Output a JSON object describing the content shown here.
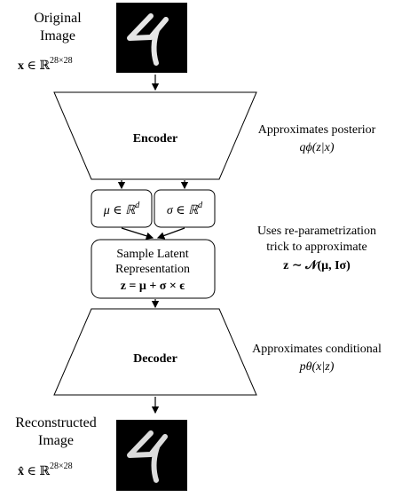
{
  "input": {
    "label_line1": "Original",
    "label_line2": "Image",
    "formula_var": "x",
    "formula_rel": " ∈ ℝ",
    "formula_sup": "28×28"
  },
  "encoder": {
    "label": "Encoder",
    "note_line1": "Approximates posterior",
    "note_formula": "qϕ(z|x)"
  },
  "mu_box": {
    "text": "μ ∈ ℝ",
    "sup": "d"
  },
  "sigma_box": {
    "text": "σ ∈ ℝ",
    "sup": "d"
  },
  "sample": {
    "line1": "Sample Latent",
    "line2": "Representation",
    "line3": "z = μ + σ × ϵ"
  },
  "reparam_note": {
    "line1": "Uses re-parametrization",
    "line2": "trick to approximate",
    "line3": "z ∼ 𝒩(μ, Iσ)"
  },
  "decoder": {
    "label": "Decoder",
    "note_line1": "Approximates conditional",
    "note_formula": "pθ(x|z)"
  },
  "output": {
    "label_line1": "Reconstructed",
    "label_line2": "Image",
    "formula_var": "x̂",
    "formula_rel": " ∈ ℝ",
    "formula_sup": "28×28"
  }
}
